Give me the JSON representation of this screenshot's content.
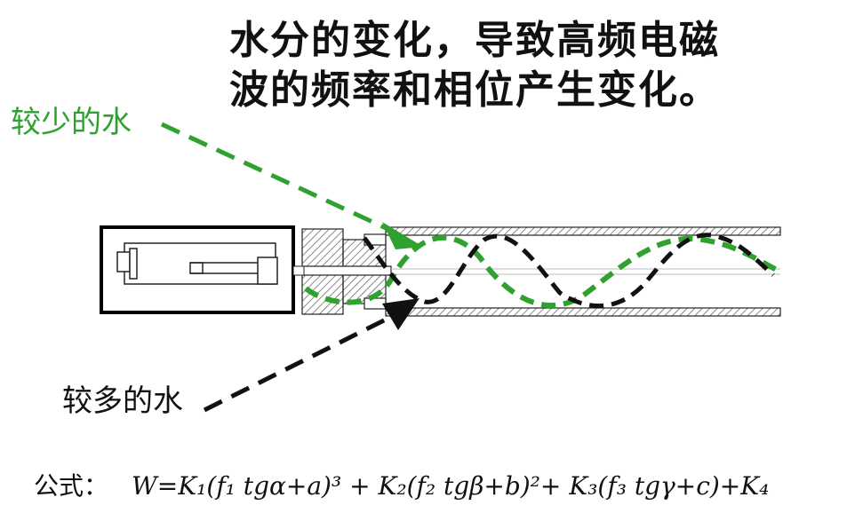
{
  "title_line1": "水分的变化，导致高频电磁",
  "title_line2": "波的频率和相位产生变化。",
  "label_less_water": "较少的水",
  "label_more_water": "较多的水",
  "formula_label": "公式：",
  "formula_expr": "W=K₁(f₁ tgα+a)³ + K₂(f₂ tgβ+b)²+ K₃(f₃ tgγ+c)+K₄",
  "colors": {
    "green": "#2fa12f",
    "black": "#111111"
  }
}
